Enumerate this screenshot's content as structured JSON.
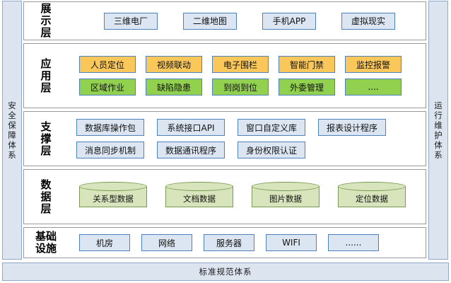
{
  "pillars": {
    "left": "安全保障体系",
    "right": "运行维护体系"
  },
  "bottom_bar": {
    "label": "标准规范体系"
  },
  "layers": [
    {
      "id": "presentation",
      "label": "展示层",
      "rows": [
        {
          "style": "blue",
          "items": [
            "三维电厂",
            "二维地图",
            "手机APP",
            "虚拟现实"
          ]
        }
      ]
    },
    {
      "id": "application",
      "label": "应用层",
      "rows": [
        {
          "style": "orange",
          "items": [
            "人员定位",
            "视频联动",
            "电子围栏",
            "智能门禁",
            "监控报警"
          ]
        },
        {
          "style": "green",
          "items": [
            "区域作业",
            "缺陷隐患",
            "到岗到位",
            "外委管理",
            "...."
          ]
        }
      ]
    },
    {
      "id": "support",
      "label": "支撑层",
      "rows": [
        {
          "style": "blue",
          "items": [
            "数据库操作包",
            "系统接口API",
            "窗口自定义库",
            "报表设计程序"
          ]
        },
        {
          "style": "blue",
          "items": [
            "消息同步机制",
            "数据通讯程序",
            "身份权限认证"
          ]
        }
      ]
    },
    {
      "id": "data",
      "label": "数据层",
      "rows": [
        {
          "style": "cylinder",
          "items": [
            "关系型数据",
            "文档数据",
            "图片数据",
            "定位数据"
          ]
        }
      ]
    },
    {
      "id": "infrastructure",
      "label": "基础设施",
      "rows": [
        {
          "style": "blue",
          "items": [
            "机房",
            "网络",
            "服务器",
            "WIFI",
            "......"
          ]
        }
      ]
    }
  ],
  "colors": {
    "pillar_fill": "#DCE4F0",
    "pillar_border": "#8EA9C9",
    "blue_fill": "#DCE6F2",
    "blue_border": "#4F81BD",
    "orange_fill": "#FAC85A",
    "green_fill": "#92D14F",
    "cylinder_fill": "#D7E4BC",
    "cylinder_border": "#7B9A51",
    "layer_border": "#9A9A9A"
  }
}
